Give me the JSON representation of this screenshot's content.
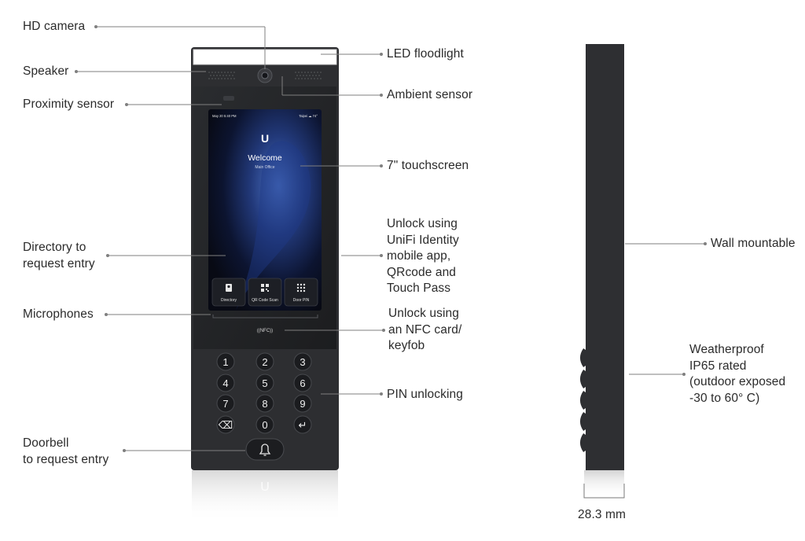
{
  "labels": {
    "hd_camera": "HD camera",
    "speaker": "Speaker",
    "proximity_sensor": "Proximity sensor",
    "directory": "Directory to\nrequest entry",
    "microphones": "Microphones",
    "doorbell": "Doorbell\nto request entry",
    "led_floodlight": "LED floodlight",
    "ambient_sensor": "Ambient sensor",
    "touchscreen": "7\" touchscreen",
    "unlock_app": "Unlock using\nUniFi Identity\nmobile app,\nQRcode and\nTouch Pass",
    "unlock_nfc": "Unlock using\nan NFC card/\nkeyfob",
    "pin_unlocking": "PIN unlocking",
    "wall_mountable": "Wall mountable",
    "weatherproof": "Weatherproof\nIP65 rated\n(outdoor exposed\n-30 to 60° C)",
    "thickness": "28.3 mm"
  },
  "screen": {
    "status_time": "May 20 5:40 PM",
    "status_right": "Taipei  ☁ 74°",
    "logo": "U",
    "welcome": "Welcome",
    "location": "Main Office",
    "buttons": [
      {
        "label": "Directory",
        "icon": "contact-card-icon"
      },
      {
        "label": "QR Code Scan",
        "icon": "qr-code-icon"
      },
      {
        "label": "Door PIN",
        "icon": "keypad-grid-icon"
      }
    ]
  },
  "nfc_mark": "((NFC))",
  "keypad": {
    "keys": [
      "1",
      "2",
      "3",
      "4",
      "5",
      "6",
      "7",
      "8",
      "9",
      "⌫",
      "0",
      "↵"
    ]
  },
  "colors": {
    "device_body": "#2b2c2e",
    "device_top": "#1f2022",
    "screen_bg": "#0b0e1a",
    "screen_glow": "#3b5fae",
    "leader_line": "#7a7a7a"
  }
}
